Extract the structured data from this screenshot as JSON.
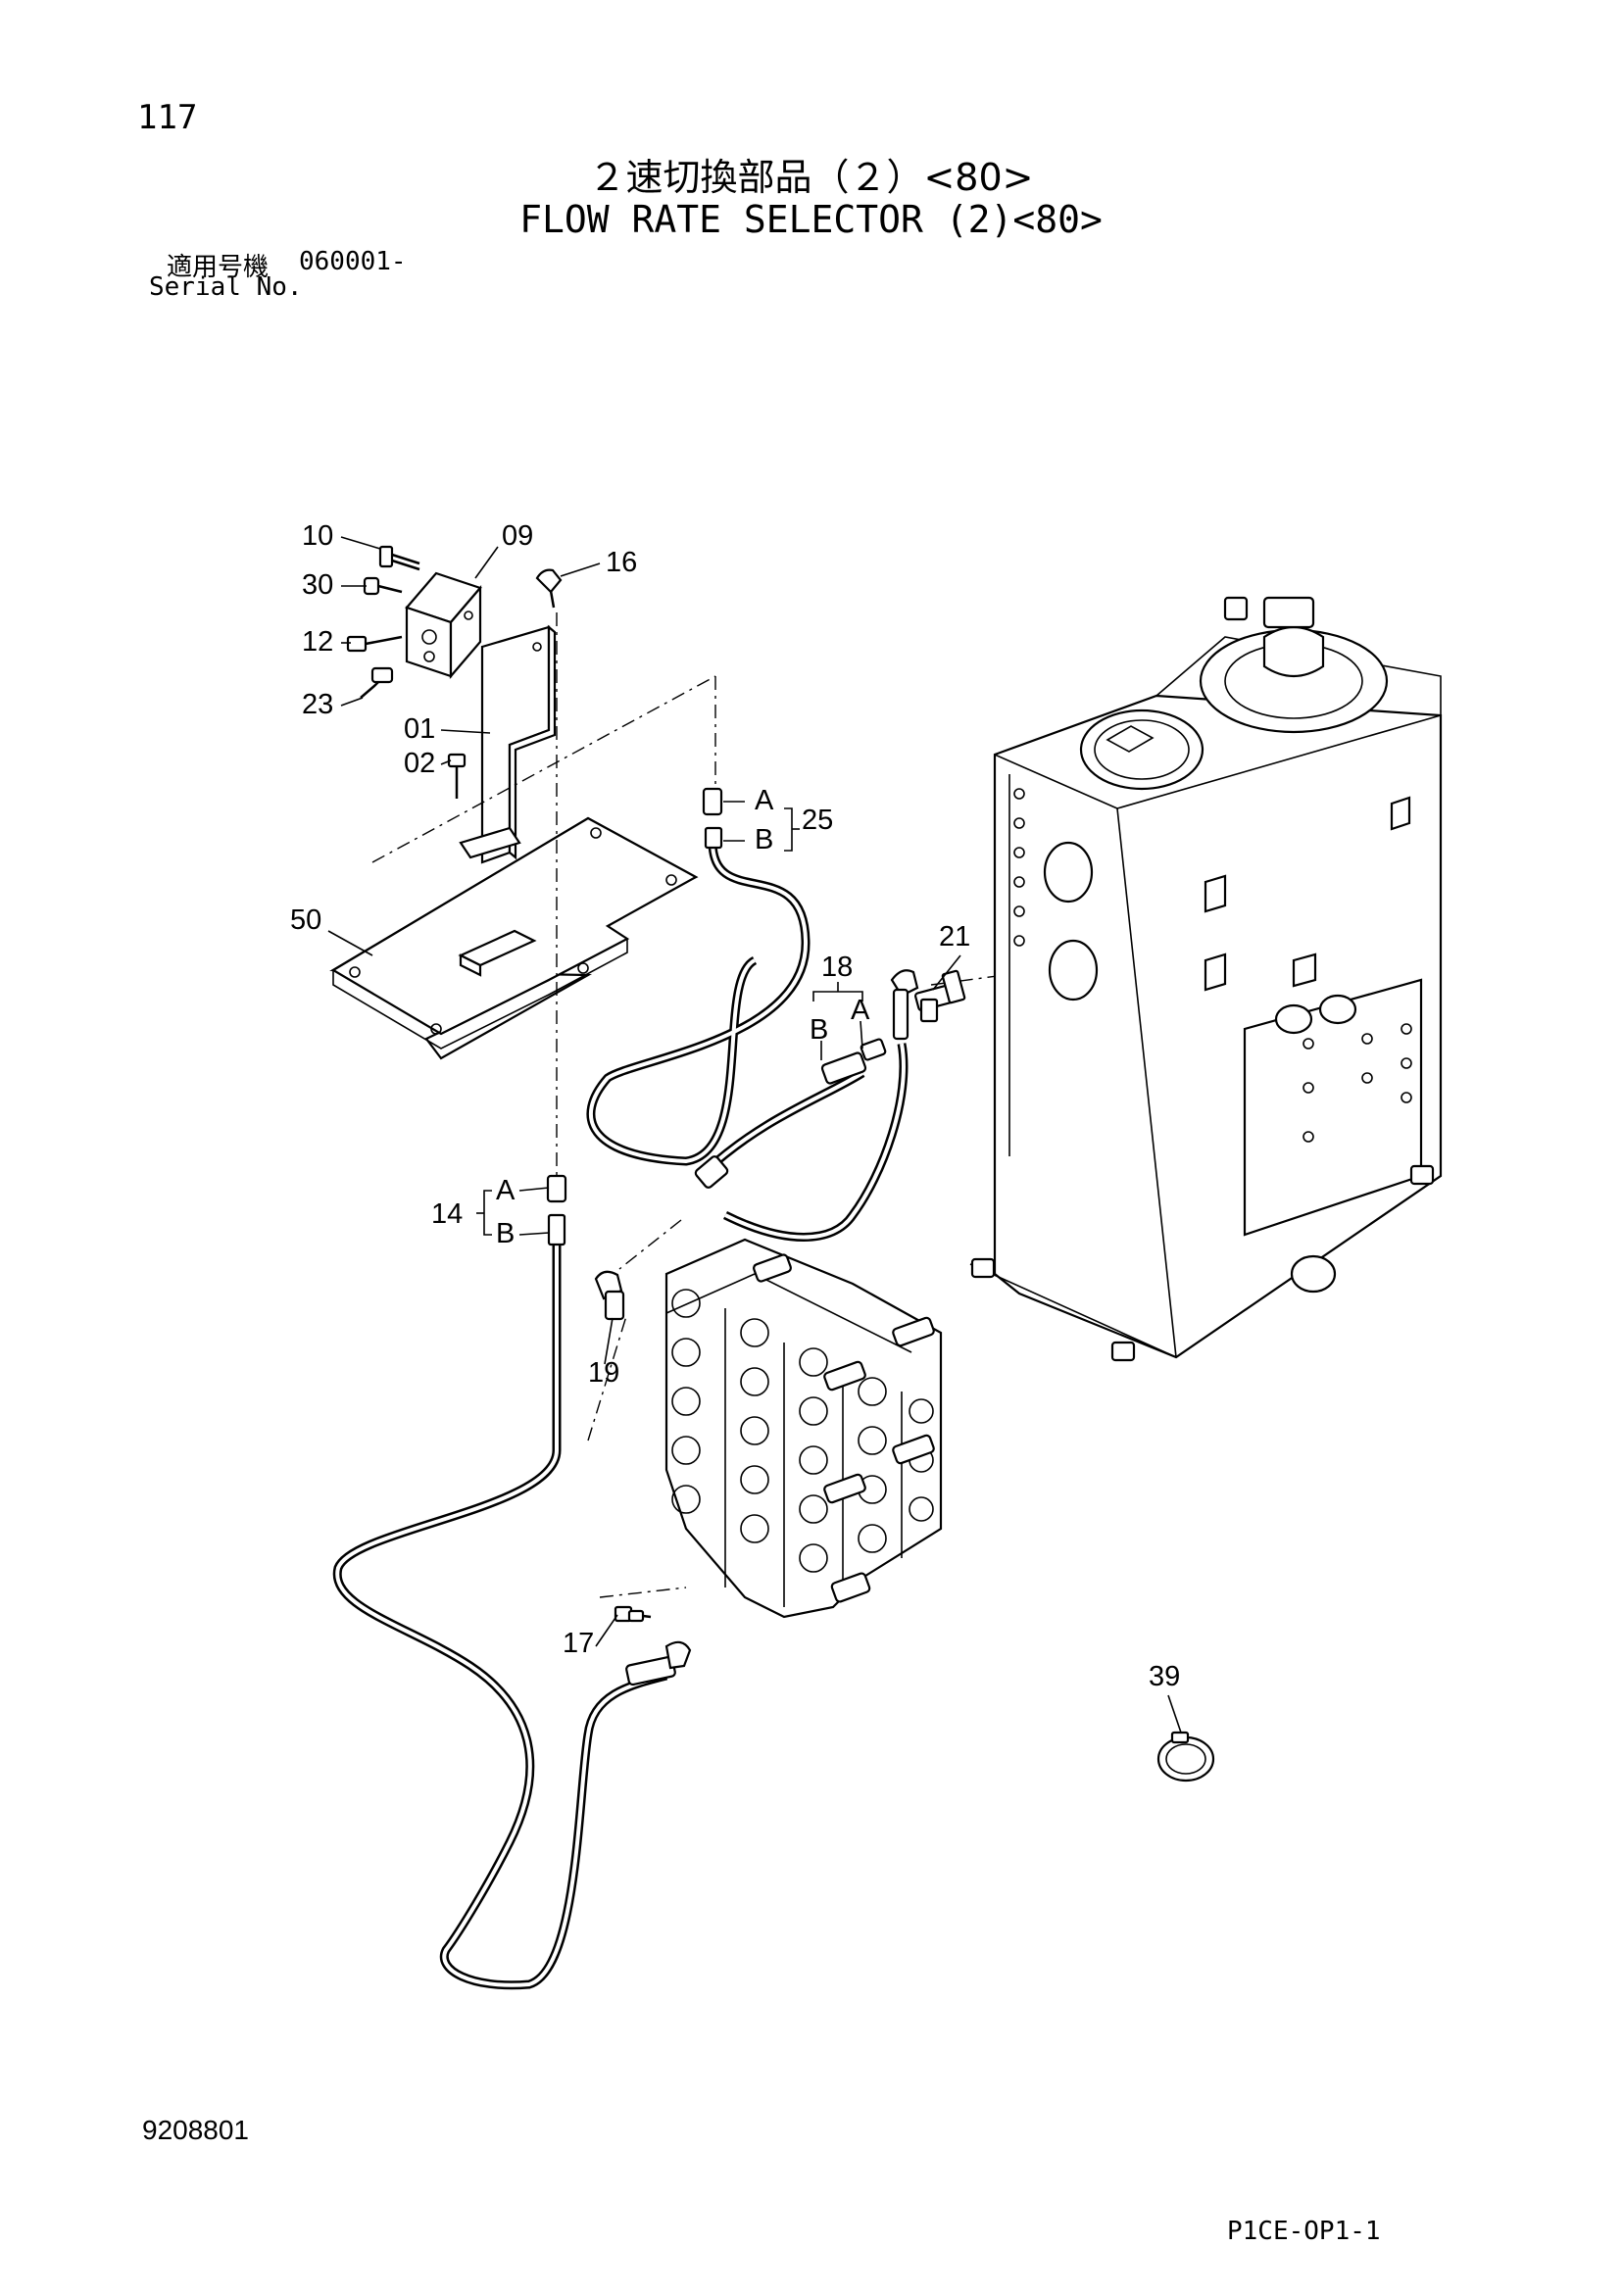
{
  "header": {
    "page_number": "117",
    "title_jp": "２速切換部品（２）<80>",
    "title_en": "FLOW RATE SELECTOR (2)<80>",
    "serial_label_jp": "適用号機",
    "serial_value": "060001-",
    "serial_label_en": "Serial No."
  },
  "callouts": {
    "p10": "10",
    "p09": "09",
    "p16": "16",
    "p30": "30",
    "p12": "12",
    "p23": "23",
    "p01": "01",
    "p02": "02",
    "p50": "50",
    "p25": "25",
    "p18": "18",
    "p21": "21",
    "p14": "14",
    "p19": "19",
    "p17": "17",
    "p39": "39",
    "end_a": "A",
    "end_b": "B"
  },
  "footer": {
    "drawing_number": "9208801",
    "page_code": "P1CE-OP1-1"
  }
}
